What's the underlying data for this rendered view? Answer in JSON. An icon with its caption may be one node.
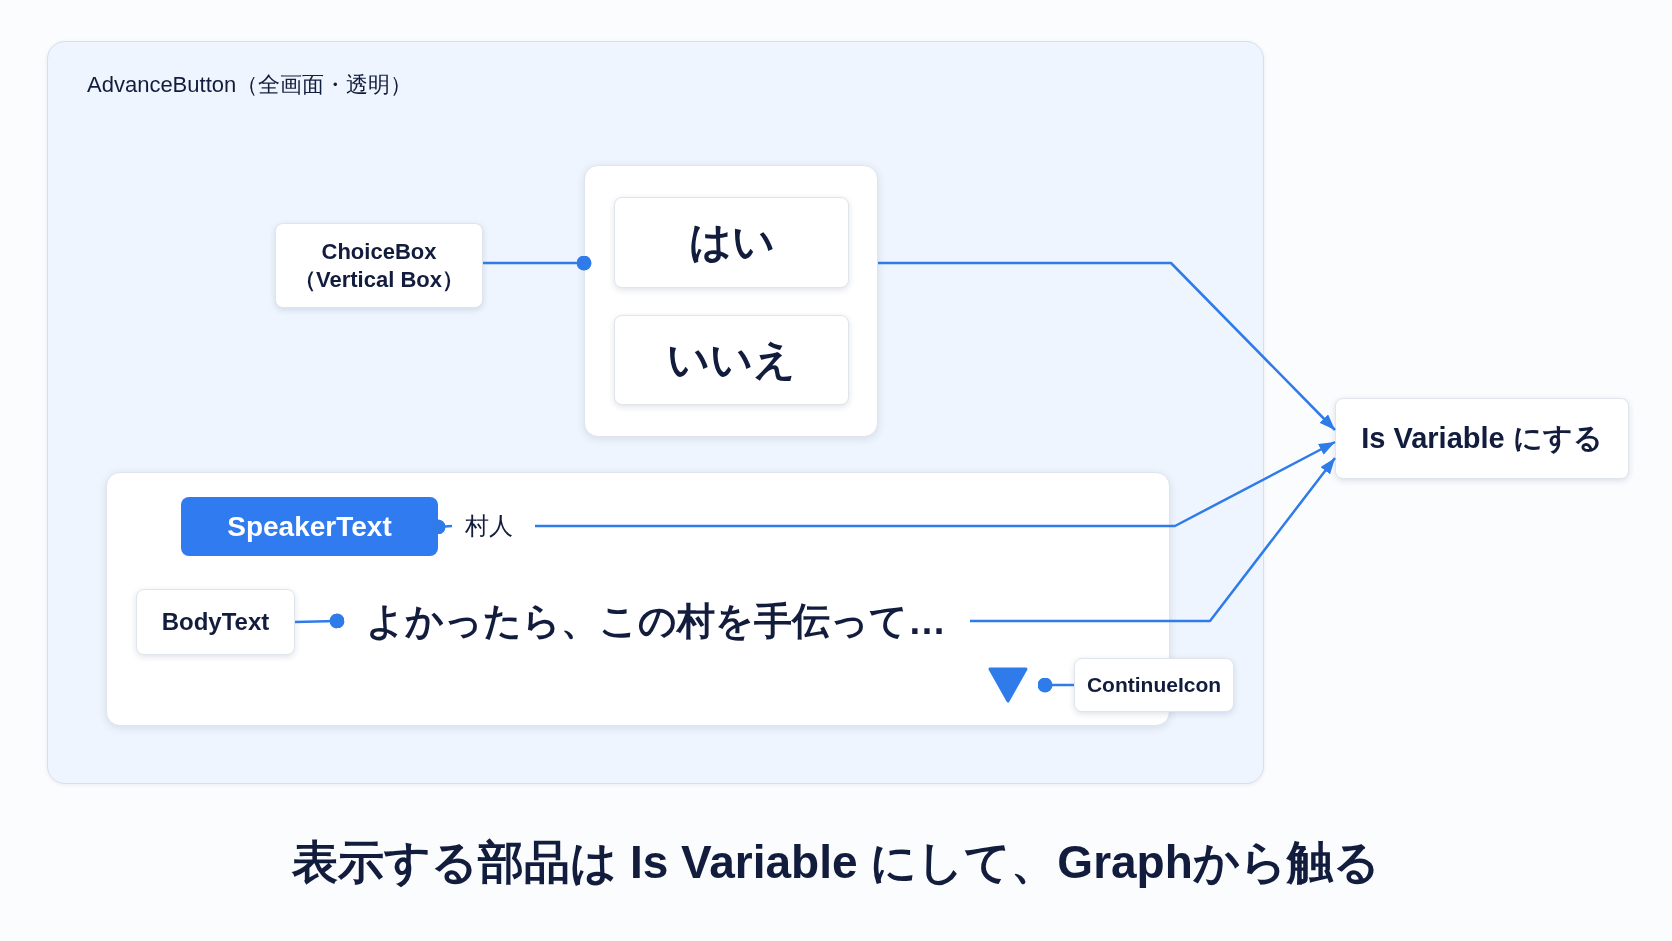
{
  "diagram": {
    "caption": "表示する部品は Is Variable にして、Graphから触る",
    "nodes": [
      {
        "text": [
          "AdvanceButton（全画面・透明）"
        ]
      },
      {
        "text": [
          "ChoiceBox （Vertical Box）"
        ],
        "in": 0
      },
      {
        "text": [],
        "shape": "box",
        "in": 0
      },
      {
        "text": [
          "はい"
        ],
        "in": 2
      },
      {
        "text": [
          "いいえ"
        ],
        "in": 2
      },
      {
        "text": [],
        "shape": "box",
        "in": 0
      },
      {
        "text": [
          "SpeakerText"
        ],
        "in": 5
      },
      {
        "text": [
          "村人"
        ],
        "in": 5
      },
      {
        "text": [
          "BodyText"
        ],
        "in": 5
      },
      {
        "text": [
          "よかったら、この村を手伝って…"
        ],
        "in": 5
      },
      {
        "text": [],
        "shape": "triangle",
        "in": 5
      },
      {
        "text": [
          "ContinueIcon"
        ],
        "in": 0
      },
      {
        "text": [
          "Is Variable にする"
        ]
      }
    ],
    "edges": [
      {
        "from": 1,
        "to": 2,
        "arrow": "other"
      },
      {
        "from": 2,
        "to": 12,
        "arrow": "to"
      },
      {
        "from": 7,
        "to": 6,
        "arrow": "other"
      },
      {
        "from": 7,
        "to": 12,
        "arrow": "to"
      },
      {
        "from": 8,
        "to": 9,
        "arrow": "other"
      },
      {
        "from": 9,
        "to": 12,
        "arrow": "to"
      },
      {
        "from": 11,
        "to": 10,
        "arrow": "other"
      }
    ]
  }
}
